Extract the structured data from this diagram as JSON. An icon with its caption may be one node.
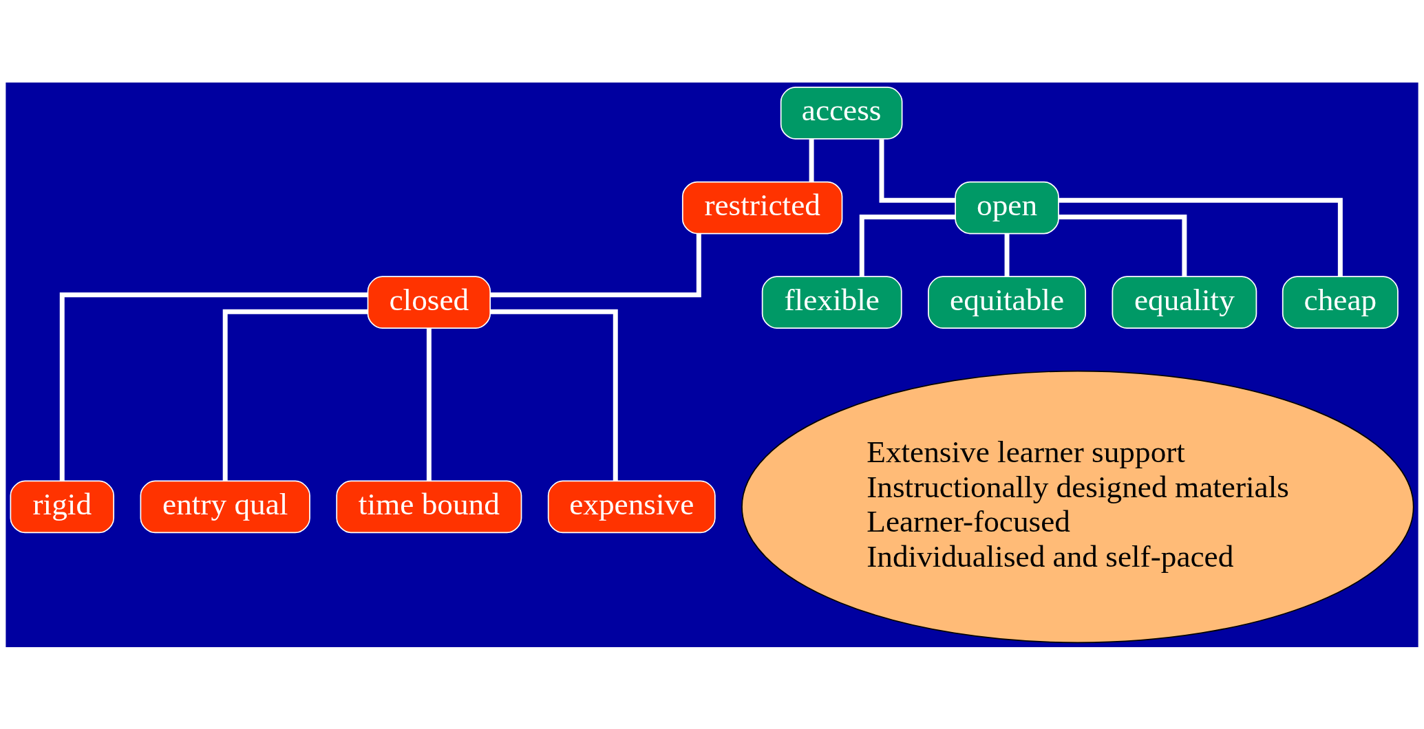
{
  "diagram": {
    "nodes": [
      {
        "text": [
          "access"
        ]
      },
      {
        "text": [
          "restricted"
        ]
      },
      {
        "text": [
          "open"
        ]
      },
      {
        "text": [
          "closed"
        ]
      },
      {
        "text": [
          "rigid"
        ]
      },
      {
        "text": [
          "entry qual"
        ]
      },
      {
        "text": [
          "time bound"
        ]
      },
      {
        "text": [
          "expensive"
        ]
      },
      {
        "text": [
          "flexible"
        ]
      },
      {
        "text": [
          "equitable"
        ]
      },
      {
        "text": [
          "equality"
        ]
      },
      {
        "text": [
          "cheap"
        ]
      },
      {
        "text": [
          "Extensive learner support",
          "Instructionally designed materials",
          "Learner-focused",
          "Individualised and self-paced"
        ]
      }
    ],
    "edges": [
      {
        "from": 0,
        "to": 1,
        "arrow": "none"
      },
      {
        "from": 0,
        "to": 2,
        "arrow": "none"
      },
      {
        "from": 1,
        "to": 3,
        "arrow": "none"
      },
      {
        "from": 3,
        "to": 4,
        "arrow": "none"
      },
      {
        "from": 3,
        "to": 5,
        "arrow": "none"
      },
      {
        "from": 3,
        "to": 6,
        "arrow": "none"
      },
      {
        "from": 3,
        "to": 7,
        "arrow": "none"
      },
      {
        "from": 2,
        "to": 8,
        "arrow": "none"
      },
      {
        "from": 2,
        "to": 9,
        "arrow": "none"
      },
      {
        "from": 2,
        "to": 10,
        "arrow": "none"
      },
      {
        "from": 2,
        "to": 11,
        "arrow": "none"
      }
    ]
  }
}
